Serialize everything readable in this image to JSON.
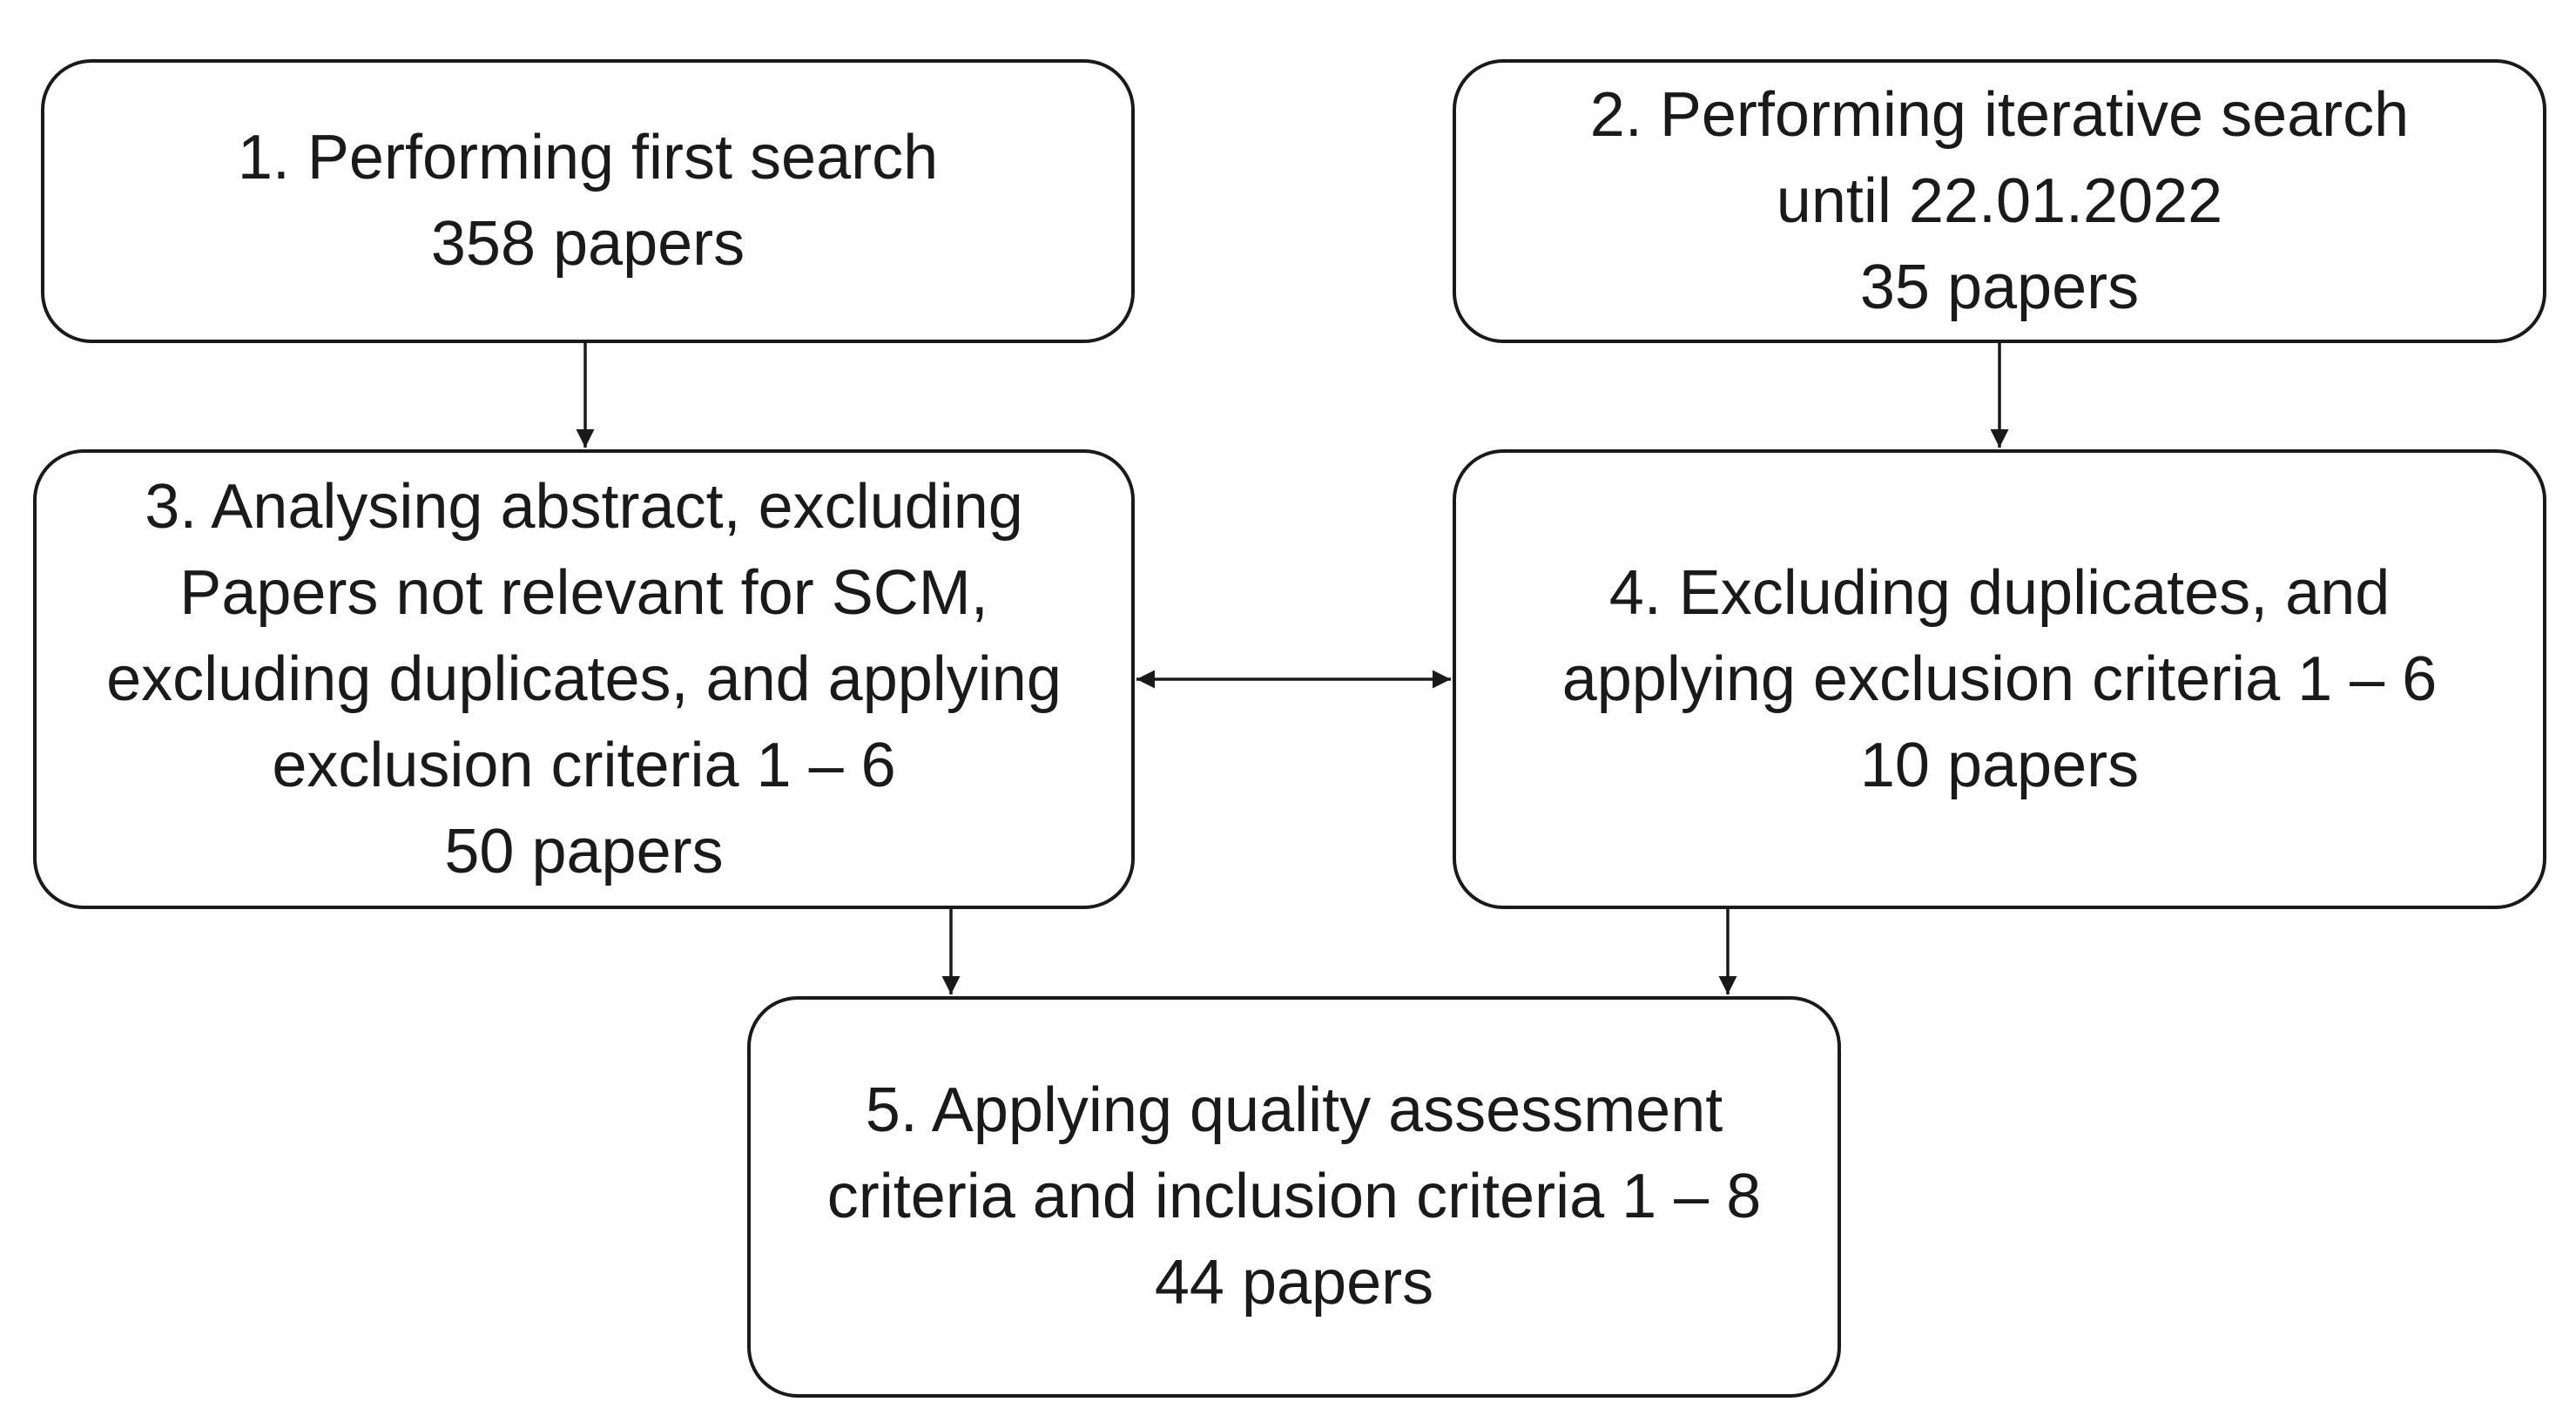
{
  "boxes": {
    "b1": {
      "lines": [
        "1. Performing first search",
        "358 papers"
      ]
    },
    "b2": {
      "lines": [
        "2. Performing iterative search",
        "until 22.01.2022",
        "35 papers"
      ]
    },
    "b3": {
      "lines": [
        "3. Analysing abstract, excluding",
        "Papers not relevant for SCM,",
        "excluding duplicates, and applying",
        "exclusion criteria 1 – 6",
        "50 papers"
      ]
    },
    "b4": {
      "lines": [
        "4. Excluding duplicates, and",
        "applying exclusion criteria 1 – 6",
        "10 papers"
      ]
    },
    "b5": {
      "lines": [
        "5. Applying quality assessment",
        "criteria and inclusion criteria 1 – 8",
        "44 papers"
      ]
    }
  },
  "colors": {
    "stroke": "#1a1a1a",
    "background": "#ffffff"
  }
}
